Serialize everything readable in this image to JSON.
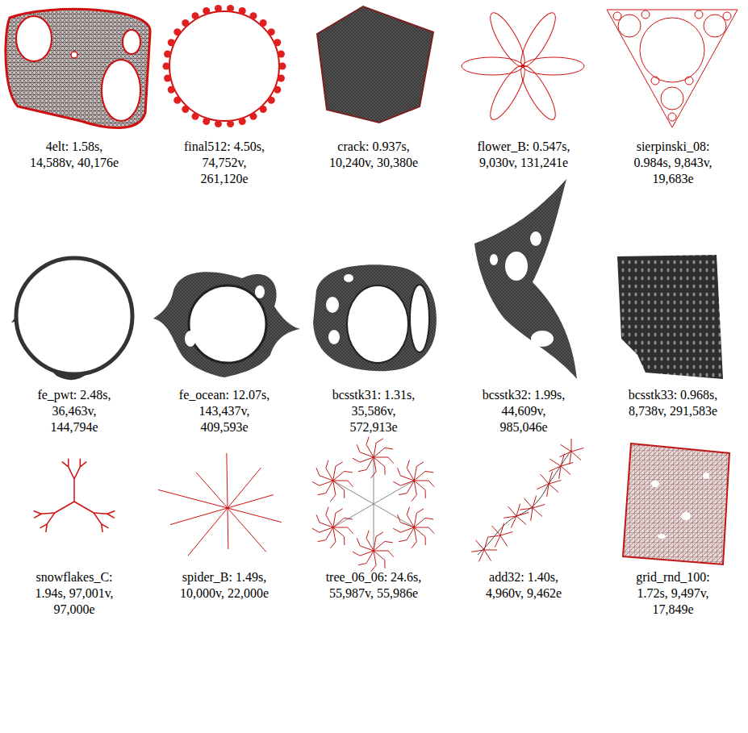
{
  "diagram": {
    "labels": [
      "4elt: 1.58s, 14,588v, 40,176e",
      "final512: 4.50s, 74,752v, 261,120e",
      "crack: 0.937s, 10,240v, 30,380e",
      "flower_B: 0.547s, 9,030v, 131,241e",
      "sierpinski_08: 0.984s, 9,843v, 19,683e",
      "fe_pwt: 2.48s, 36,463v, 144,794e",
      "fe_ocean: 12.07s, 143,437v, 409,593e",
      "bcsstk31: 1.31s, 35,586v, 572,913e",
      "bcsstk32: 1.99s, 44,609v, 985,046e",
      "bcsstk33: 0.968s, 8,738v, 291,583e",
      "snowflakes_C: 1.94s, 97,001v, 97,000e",
      "spider_B: 1.49s, 10,000v, 22,000e",
      "tree_06_06: 24.6s, 55,987v, 55,986e",
      "add32: 1.40s, 4,960v, 9,462e",
      "grid_rnd_100: 1.72s, 9,497v, 17,849e"
    ]
  }
}
